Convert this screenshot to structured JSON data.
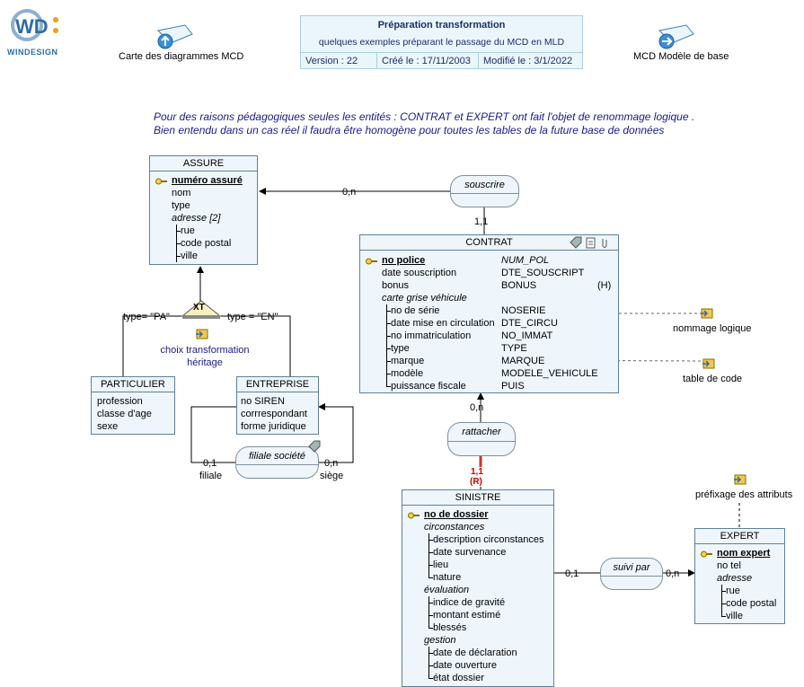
{
  "header": {
    "logo_text": "WINDESIGN",
    "nav_left_label": "Carte des diagrammes MCD",
    "nav_right_label": "MCD Modèle de base",
    "title": "Préparation transformation",
    "subtitle": "quelques exemples préparant le passage du MCD en MLD",
    "version": "Version : 22",
    "created": "Créé le : 17/11/2003",
    "modified": "Modifié le : 3/1/2022"
  },
  "note": {
    "line1": "Pour des raisons pédagogiques seules les entités : CONTRAT et EXPERT ont fait l'objet de renommage logique .",
    "line2": "Bien entendu dans un cas réel il faudra être homogène pour toutes les tables de la future base de données"
  },
  "entities": {
    "assure": {
      "title": "ASSURE",
      "key": "numéro assuré",
      "attrs": [
        "nom",
        "type"
      ],
      "group": "adresse [2]",
      "sub": [
        "rue",
        "code postal",
        "ville"
      ]
    },
    "particulier": {
      "title": "PARTICULIER",
      "attrs": [
        "profession",
        "classe d'age",
        "sexe"
      ]
    },
    "entreprise": {
      "title": "ENTREPRISE",
      "attrs": [
        "no SIREN",
        "corrrespondant",
        "forme juridique"
      ]
    },
    "contrat": {
      "title": "CONTRAT",
      "key": "no police",
      "key_logical": "NUM_POL",
      "attrs": [
        {
          "name": "date souscription",
          "logical": "DTE_SOUSCRIPT"
        },
        {
          "name": "bonus",
          "logical": "BONUS",
          "flag": "(H)"
        }
      ],
      "group": "carte grise véhicule",
      "sub": [
        {
          "name": "no de série",
          "logical": "NOSERIE"
        },
        {
          "name": "date mise en circulation",
          "logical": "DTE_CIRCU"
        },
        {
          "name": "no immatriculation",
          "logical": "NO_IMMAT"
        },
        {
          "name": "type",
          "logical": "TYPE"
        },
        {
          "name": "marque",
          "logical": "MARQUE"
        },
        {
          "name": "modèle",
          "logical": "MODELE_VEHICULE"
        },
        {
          "name": "puissance fiscale",
          "logical": "PUIS"
        }
      ]
    },
    "sinistre": {
      "title": "SINISTRE",
      "key": "no de dossier",
      "groups": [
        {
          "name": "circonstances",
          "items": [
            "description circonstances",
            "date survenance",
            "lieu",
            "nature"
          ]
        },
        {
          "name": "évaluation",
          "items": [
            "indice de gravité",
            "montant estimé",
            "blessés"
          ]
        },
        {
          "name": "gestion",
          "items": [
            "date de déclaration",
            "date ouverture",
            "état dossier"
          ]
        }
      ]
    },
    "expert": {
      "title": "EXPERT",
      "key": "nom expert",
      "attrs": [
        "no tel"
      ],
      "group": "adresse",
      "sub": [
        "rue",
        "code postal",
        "ville"
      ]
    }
  },
  "relations": {
    "souscrire": "souscrire",
    "rattacher": "rattacher",
    "filiale": "filiale société",
    "suivi": "suivi par"
  },
  "cardinalities": {
    "souscrire_assure": "0,n",
    "souscrire_contrat": "1,1",
    "rattacher_contrat": "0,n",
    "rattacher_sinistre": "1,1",
    "rattacher_sinistre_r": "(R)",
    "filiale_left": "0,1",
    "filiale_right": "0,n",
    "filiale_left_role": "filiale",
    "filiale_right_role": "siège",
    "suivi_sinistre": "0,1",
    "suivi_expert": "0,n"
  },
  "inheritance": {
    "symbol": "XT",
    "left_label": "type= \"PA\"",
    "right_label": "type = \"EN\"",
    "comment_line1": "choix transformation",
    "comment_line2": "héritage"
  },
  "annotations": {
    "nommage": "nommage logique",
    "table_code": "table de code",
    "prefixage": "préfixage des attributs"
  },
  "colors": {
    "entity_fill": "#eef6fc",
    "entity_border": "#5f7f9f",
    "note_text": "#1a1a8c",
    "red": "#cc0000"
  }
}
